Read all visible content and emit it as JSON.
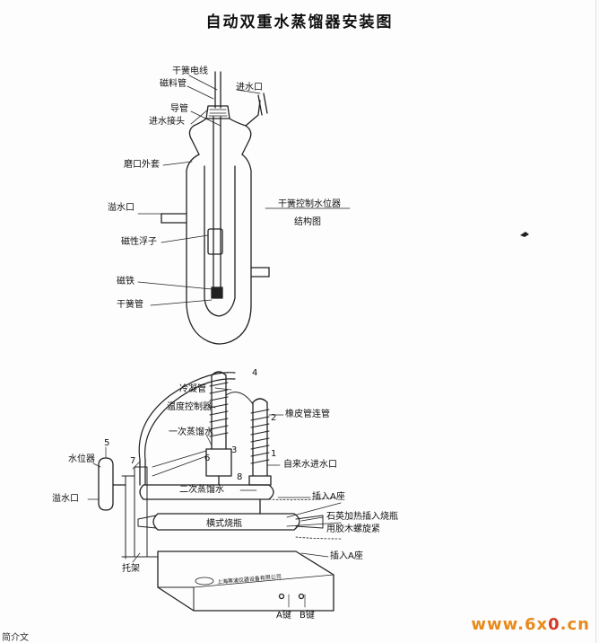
{
  "title": "自动双重水蒸馏器安装图",
  "upper": {
    "labels": {
      "wire": "干簧电线",
      "magnet_tube": "磁料管",
      "inlet_top": "进水口",
      "guide_tube": "导管",
      "inlet_joint": "进水接头",
      "outer_sleeve": "磨口外套",
      "outlet": "溢水口",
      "float": "磁性浮子",
      "magnet": "磁铁",
      "reed_tube": "干簧管"
    },
    "caption_line1": "干簧控制水位器",
    "caption_line2": "结构图"
  },
  "lower": {
    "labels": {
      "condenser": "冷凝管",
      "temp_ctrl": "温度控制器",
      "first_distill": "一次蒸馏水",
      "level_gauge": "水位器",
      "overflow": "溢水口",
      "rubber_tube": "橡皮管连管",
      "tap_inlet": "自来水进水口",
      "second_distill": "二次蒸馏水",
      "socket_a": "插入A座",
      "quartz_heater_line1": "石英加热插入烧瓶",
      "quartz_heater_line2": "用胶木螺旋紧",
      "horizontal_flask": "横式烧瓶",
      "socket_a2": "插入A座",
      "stand": "托架",
      "plate": "上海寒浦仪器设备有限公司",
      "knob_a": "A键",
      "knob_b": "B键"
    },
    "numbers": [
      "1",
      "2",
      "3",
      "4",
      "5",
      "6",
      "7",
      "8"
    ]
  },
  "watermark": {
    "pre": "www.6x",
    "zero": "0",
    "post": ".cn"
  },
  "cut_text": "简介文"
}
